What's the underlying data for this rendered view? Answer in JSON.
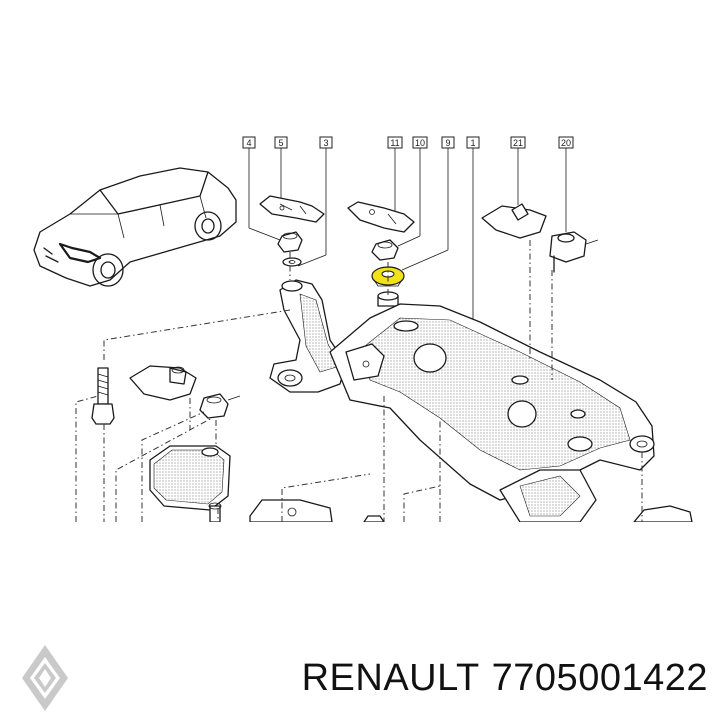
{
  "diagram": {
    "callouts": [
      "4",
      "5",
      "3",
      "11",
      "10",
      "9",
      "1",
      "21",
      "20"
    ]
  },
  "footer": {
    "brand": "RENAULT",
    "part_number": "7705001422"
  },
  "colors": {
    "highlight": "#f2e21a",
    "logo_fill": "#c9c9c9",
    "ink": "#1a1a1a"
  }
}
